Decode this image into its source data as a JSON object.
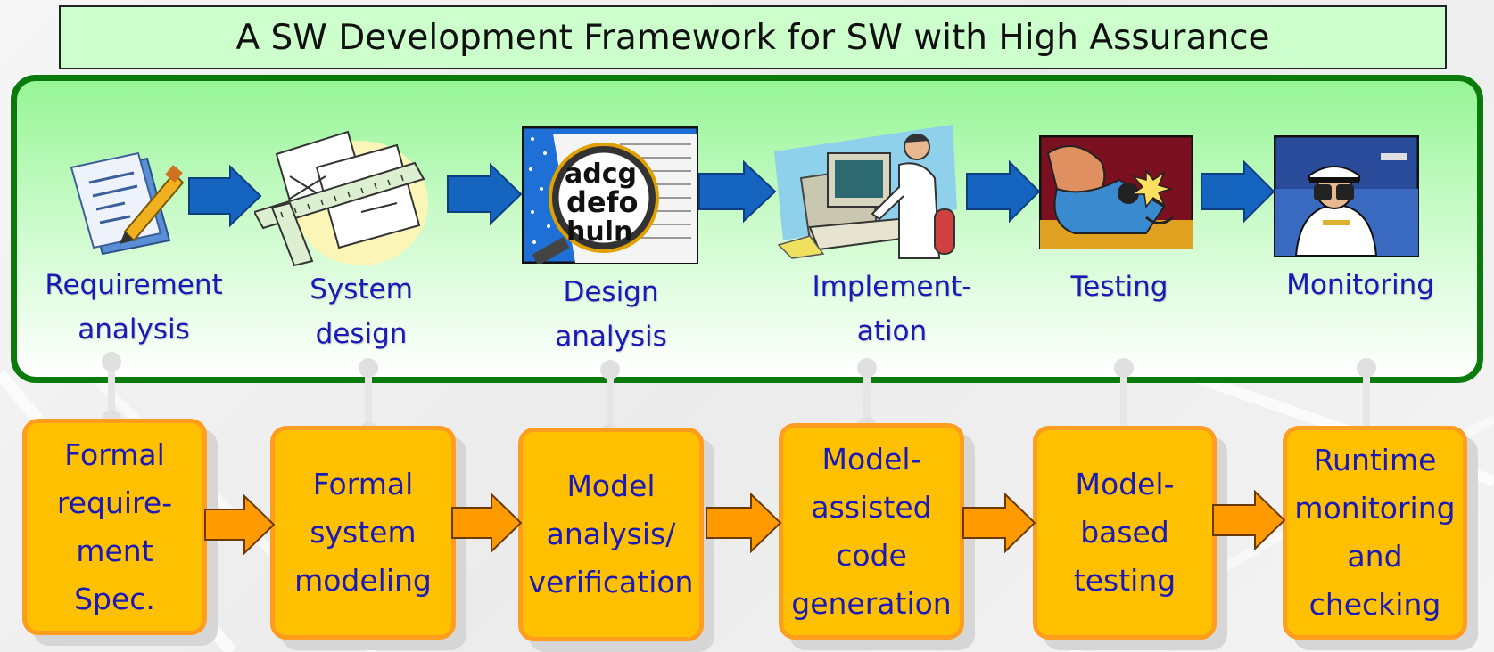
{
  "title": "A SW Development Framework for SW with High Assurance",
  "stages": [
    {
      "label": "Requirement\nanalysis",
      "icon": "document-pen-icon"
    },
    {
      "label": "System\ndesign",
      "icon": "blueprint-ruler-icon"
    },
    {
      "label": "Design\nanalysis",
      "icon": "magnifying-glass-icon"
    },
    {
      "label": "Implement-\nation",
      "icon": "programmer-at-computer-icon"
    },
    {
      "label": "Testing",
      "icon": "inspector-icon"
    },
    {
      "label": "Monitoring",
      "icon": "captain-binoculars-icon"
    }
  ],
  "methods": [
    {
      "label": "Formal\nrequire-\nment\nSpec."
    },
    {
      "label": "Formal\nsystem\nmodeling"
    },
    {
      "label": "Model\nanalysis/\nverification"
    },
    {
      "label": "Model-\nassisted\ncode\ngeneration"
    },
    {
      "label": "Model-\nbased\ntesting"
    },
    {
      "label": "Runtime\nmonitoring\nand\nchecking"
    }
  ],
  "colors": {
    "title_bg": "#ccffcc",
    "panel_border": "#0a7a0a",
    "stage_text": "#1a1ab8",
    "method_fill": "#ffc000",
    "method_border": "#ff9e1e",
    "blue_arrow": "#1565c0",
    "orange_arrow": "#ff9a00"
  }
}
